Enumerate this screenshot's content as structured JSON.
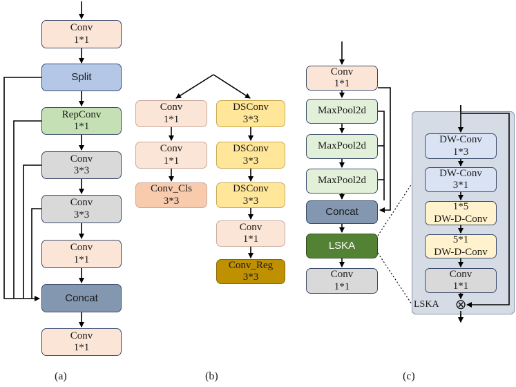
{
  "colors": {
    "peach": "#fbe5d6",
    "blue": "#b4c7e7",
    "green": "#c5e0b4",
    "gray": "#d9d9d9",
    "slate": "#8497b0",
    "orange": "#f8cbad",
    "yellow": "#ffe699",
    "gold": "#bf9000",
    "mint": "#e2f0d9",
    "darkgreen": "#548235",
    "lightblue": "#dae3f3",
    "cream": "#fff2cc",
    "panel": "#d6dce6"
  },
  "panel_a": {
    "label": "(a)",
    "nodes": [
      {
        "l1": "Conv",
        "l2": "1*1"
      },
      {
        "l1": "Split",
        "l2": ""
      },
      {
        "l1": "RepConv",
        "l2": "1*1"
      },
      {
        "l1": "Conv",
        "l2": "3*3"
      },
      {
        "l1": "Conv",
        "l2": "3*3"
      },
      {
        "l1": "Conv",
        "l2": "1*1"
      },
      {
        "l1": "Concat",
        "l2": ""
      },
      {
        "l1": "Conv",
        "l2": "1*1"
      }
    ]
  },
  "panel_b": {
    "label": "(b)",
    "left": [
      {
        "l1": "Conv",
        "l2": "1*1"
      },
      {
        "l1": "Conv",
        "l2": "1*1"
      },
      {
        "l1": "Conv_Cls",
        "l2": "3*3"
      }
    ],
    "right": [
      {
        "l1": "DSConv",
        "l2": "3*3"
      },
      {
        "l1": "DSConv",
        "l2": "3*3"
      },
      {
        "l1": "DSConv",
        "l2": "3*3"
      },
      {
        "l1": "Conv",
        "l2": "1*1"
      },
      {
        "l1": "Conv_Reg",
        "l2": "3*3"
      }
    ]
  },
  "panel_c": {
    "label": "(c)",
    "nodes": [
      {
        "l1": "Conv",
        "l2": "1*1"
      },
      {
        "l1": "MaxPool2d",
        "l2": ""
      },
      {
        "l1": "MaxPool2d",
        "l2": ""
      },
      {
        "l1": "MaxPool2d",
        "l2": ""
      },
      {
        "l1": "Concat",
        "l2": ""
      },
      {
        "l1": "LSKA",
        "l2": ""
      },
      {
        "l1": "Conv",
        "l2": "1*1"
      }
    ],
    "lska": {
      "title": "LSKA",
      "nodes": [
        {
          "l1": "DW-Conv",
          "l2": "1*3"
        },
        {
          "l1": "DW-Conv",
          "l2": "3*1"
        },
        {
          "l1": "1*5",
          "l2": "DW-D-Conv"
        },
        {
          "l1": "5*1",
          "l2": "DW-D-Conv"
        },
        {
          "l1": "Conv",
          "l2": "1*1"
        }
      ],
      "multiply_symbol": "⊗"
    }
  }
}
